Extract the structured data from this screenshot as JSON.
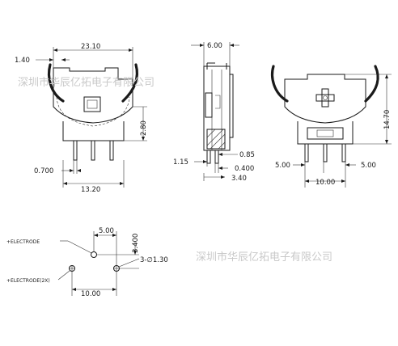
{
  "watermark": {
    "text_top": "深圳市华辰亿拓电子有限公司",
    "text_bottom": "深圳市华辰亿拓电子有限公司"
  },
  "front_view": {
    "width": "23.10",
    "tab": "1.40",
    "pin_offset": "2.80",
    "pin_width": "0.700",
    "pin_span": "13.20"
  },
  "side_view": {
    "depth": "6.00",
    "pin_left": "1.15",
    "pin_right": "0.85",
    "pin_thick": "0.400",
    "base": "3.40"
  },
  "right_view": {
    "height": "14.70",
    "offset_left": "5.00",
    "offset_right": "5.00",
    "pin_span": "10.00"
  },
  "footprint": {
    "label_single": "+ELECTRODE",
    "label_double": "+ELECTRODE(2X)",
    "pitch_x": "5.00",
    "pitch_y": "3.400",
    "holes": "3-∅1.30",
    "span": "10.00"
  }
}
